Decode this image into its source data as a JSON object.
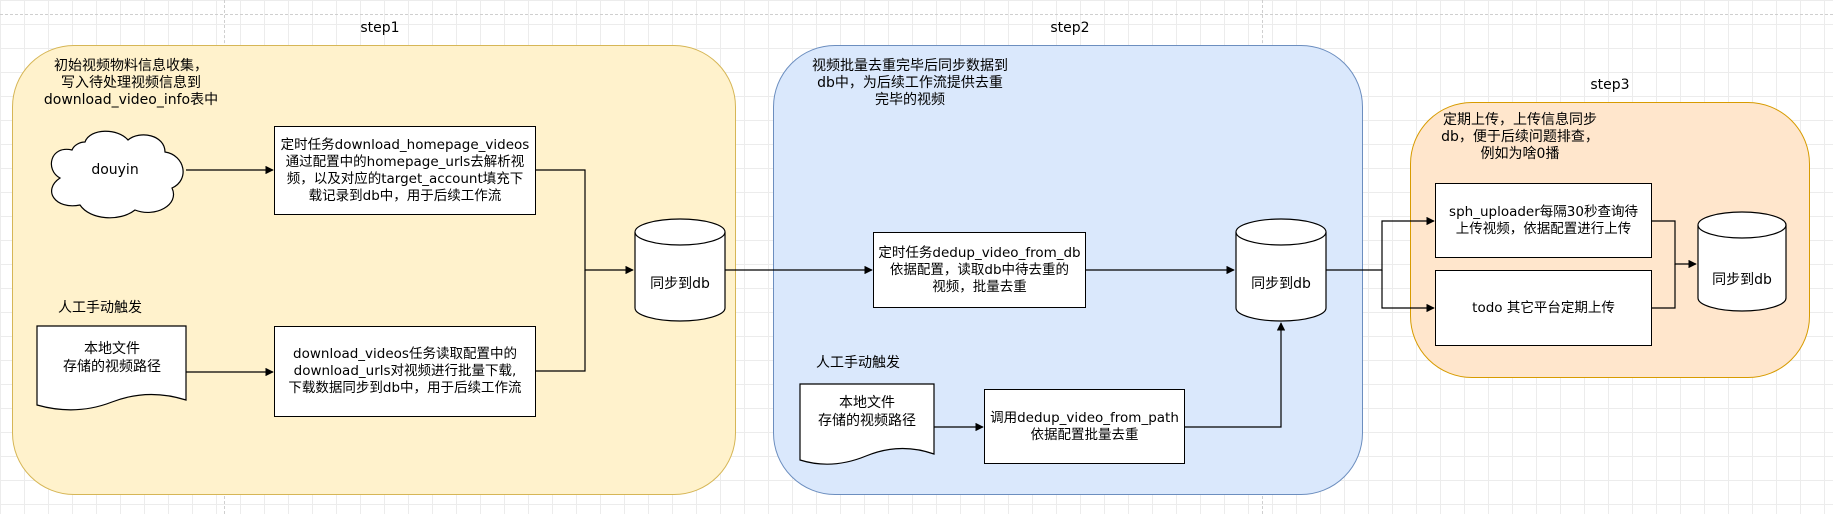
{
  "steps": {
    "step1": "step1",
    "step2": "step2",
    "step3": "step3"
  },
  "stage1": {
    "note": "初始视频物料信息收集，\n写入待处理视频信息到\ndownload_video_info表中",
    "cloud": "douyin",
    "task_homepage": "定时任务download_homepage_videos\n通过配置中的homepage_urls去解析视\n频，以及对应的target_account填充下\n载记录到db中，用于后续工作流",
    "manual_label": "人工手动触发",
    "local_doc": "本地文件\n存储的视频路径",
    "task_download": "download_videos任务读取配置中的\ndownload_urls对视频进行批量下载,\n下载数据同步到db中，用于后续工作流",
    "db": "同步到db"
  },
  "stage2": {
    "note": "视频批量去重完毕后同步数据到\ndb中，为后续工作流提供去重\n完毕的视频",
    "task_dedup": "定时任务dedup_video_from_db\n依据配置，读取db中待去重的\n视频，批量去重",
    "manual_label": "人工手动触发",
    "local_doc": "本地文件\n存储的视频路径",
    "task_dedup_path": "调用dedup_video_from_path\n依据配置批量去重",
    "db": "同步到db"
  },
  "stage3": {
    "note": "定期上传，上传信息同步\ndb，便于后续问题排查，\n例如为啥0播",
    "task_sph": "sph_uploader每隔30秒查询待\n上传视频，依据配置进行上传",
    "task_todo": "todo 其它平台定期上传",
    "db": "同步到db"
  },
  "colors": {
    "stage1_fill": "#fff2cc",
    "stage1_border": "#d6b656",
    "stage2_fill": "#dae8fc",
    "stage2_border": "#6c8ebf",
    "stage3_fill": "#ffe6cc",
    "stage3_border": "#d79b00"
  }
}
